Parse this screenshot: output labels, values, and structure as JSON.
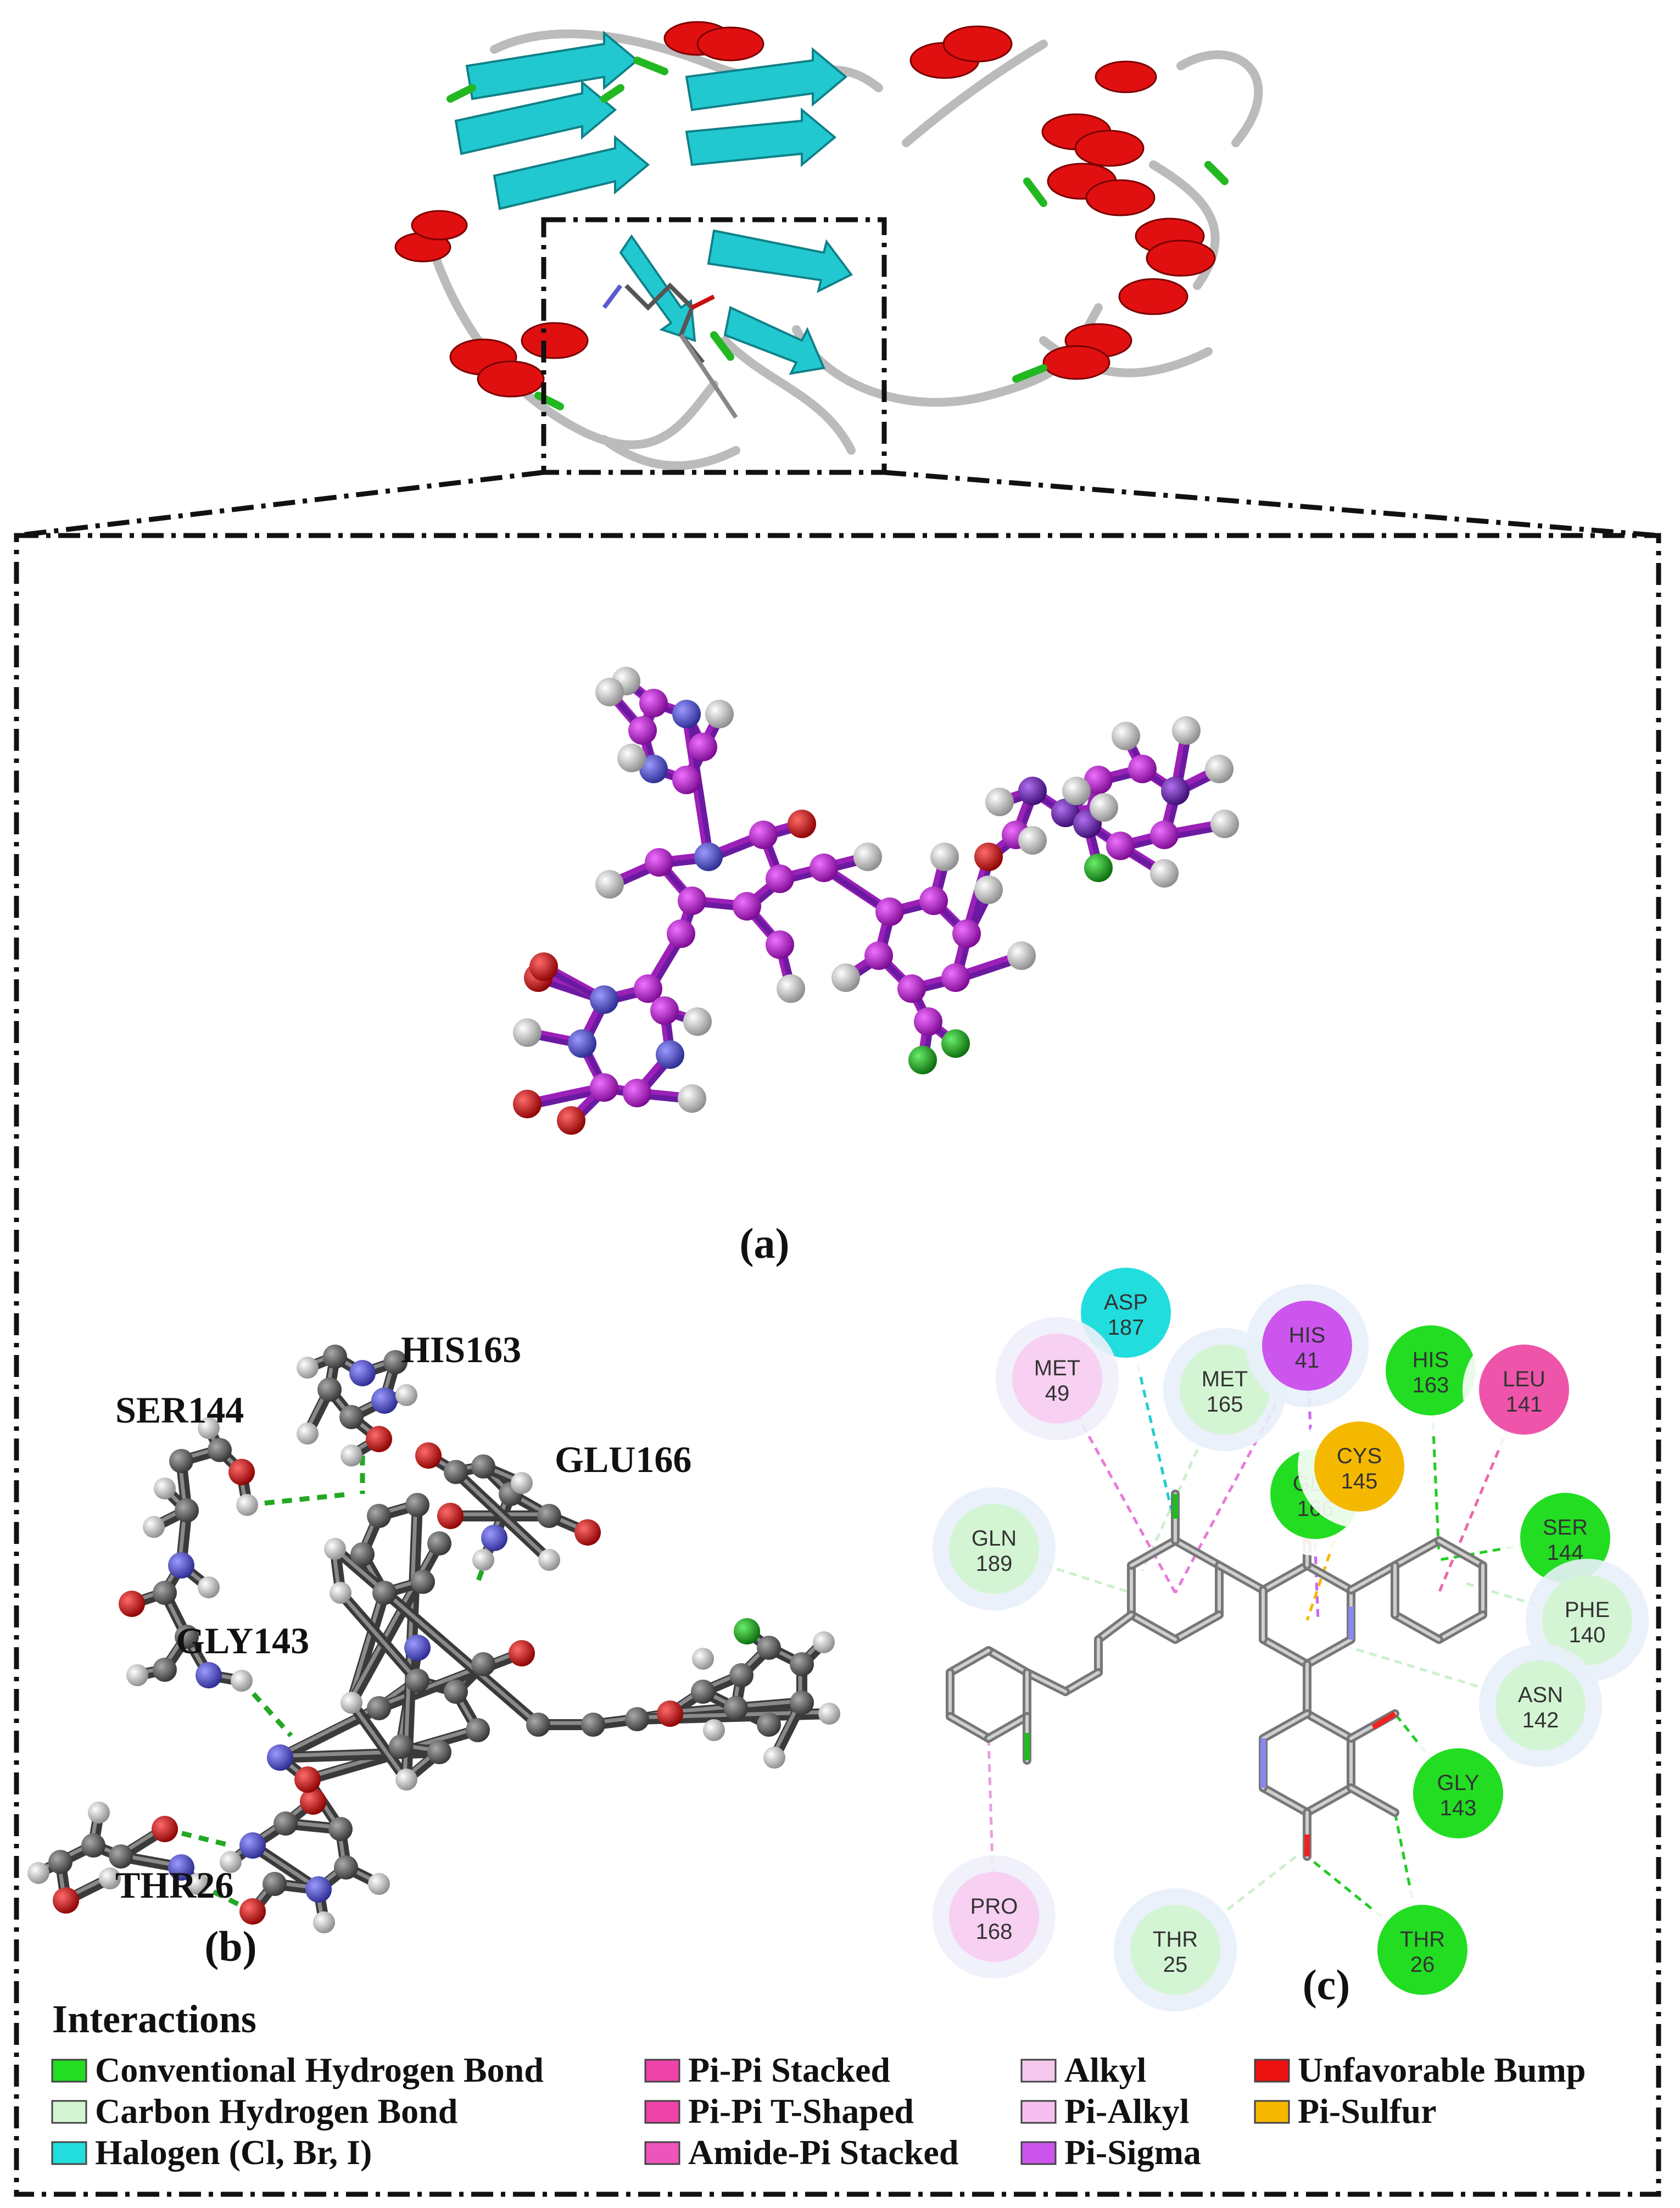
{
  "panels": {
    "a": "(a)",
    "b": "(b)",
    "c": "(c)"
  },
  "panel_b_residues": [
    {
      "id": "his163",
      "label": "HIS163"
    },
    {
      "id": "ser144",
      "label": "SER144"
    },
    {
      "id": "glu166",
      "label": "GLU166"
    },
    {
      "id": "gly143",
      "label": "GLY143"
    },
    {
      "id": "thr26",
      "label": "THR26"
    }
  ],
  "panel_c_residues": [
    {
      "id": "asp187",
      "name": "ASP",
      "num": "187",
      "type": "halogen"
    },
    {
      "id": "met49",
      "name": "MET",
      "num": "49",
      "type": "alkyl"
    },
    {
      "id": "met165",
      "name": "MET",
      "num": "165",
      "type": "carbon_hbond"
    },
    {
      "id": "his41",
      "name": "HIS",
      "num": "41",
      "type": "pi_sigma"
    },
    {
      "id": "his163",
      "name": "HIS",
      "num": "163",
      "type": "conventional"
    },
    {
      "id": "leu141",
      "name": "LEU",
      "num": "141",
      "type": "pipi"
    },
    {
      "id": "gln189",
      "name": "GLN",
      "num": "189",
      "type": "carbon_hbond"
    },
    {
      "id": "glu166",
      "name": "GLU",
      "num": "166",
      "type": "conventional"
    },
    {
      "id": "cys145",
      "name": "CYS",
      "num": "145",
      "type": "pi_sulfur"
    },
    {
      "id": "ser144",
      "name": "SER",
      "num": "144",
      "type": "conventional"
    },
    {
      "id": "phe140",
      "name": "PHE",
      "num": "140",
      "type": "carbon_hbond"
    },
    {
      "id": "asn142",
      "name": "ASN",
      "num": "142",
      "type": "carbon_hbond"
    },
    {
      "id": "gly143",
      "name": "GLY",
      "num": "143",
      "type": "conventional"
    },
    {
      "id": "pro168",
      "name": "PRO",
      "num": "168",
      "type": "alkyl"
    },
    {
      "id": "thr25",
      "name": "THR",
      "num": "25",
      "type": "carbon_hbond"
    },
    {
      "id": "thr26",
      "name": "THR",
      "num": "26",
      "type": "conventional"
    }
  ],
  "legend": {
    "title": "Interactions",
    "items": [
      {
        "label": "Conventional Hydrogen Bond",
        "color": "#22dd22"
      },
      {
        "label": "Carbon Hydrogen Bond",
        "color": "#d4f5d4"
      },
      {
        "label": "Halogen (Cl, Br, I)",
        "color": "#22dddd"
      },
      {
        "label": "Pi-Pi Stacked",
        "color": "#ee44aa"
      },
      {
        "label": "Pi-Pi T-Shaped",
        "color": "#ee44aa"
      },
      {
        "label": "Amide-Pi Stacked",
        "color": "#ee55bb"
      },
      {
        "label": "Alkyl",
        "color": "#f5c8ee"
      },
      {
        "label": "Pi-Alkyl",
        "color": "#f5c0f0"
      },
      {
        "label": "Pi-Sigma",
        "color": "#cc55ee"
      },
      {
        "label": "Unfavorable Bump",
        "color": "#ee1111"
      },
      {
        "label": "Pi-Sulfur",
        "color": "#f5b800"
      }
    ]
  },
  "colors": {
    "helix": "#e01010",
    "sheet": "#22c8d0",
    "loop": "#bbbbbb",
    "turn": "#22b822",
    "ligand_magenta": "#b020c8",
    "ligand_purple": "#7a2aa8",
    "atom_nitrogen": "#5a5ad0",
    "atom_oxygen": "#c81010",
    "atom_hydrogen": "#a8a8a8",
    "atom_chlorine": "#1a9a1a",
    "atom_carbon": "#555555"
  }
}
